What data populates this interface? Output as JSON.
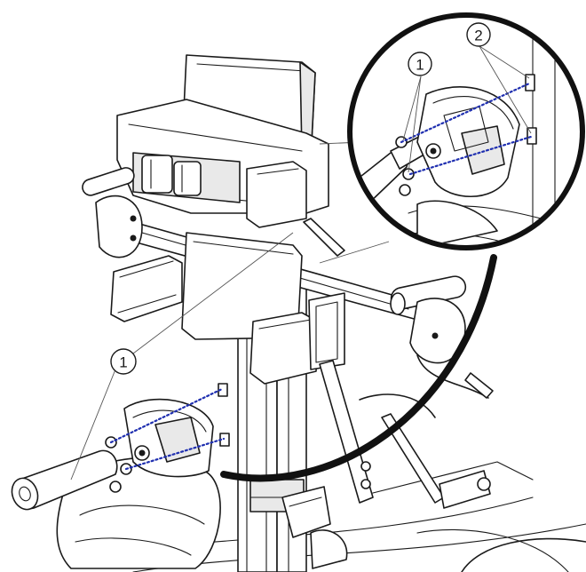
{
  "callouts": {
    "main_label": "1",
    "inset_label_a": "1",
    "inset_label_b": "2"
  },
  "colors": {
    "line": "#1a1a1a",
    "dotted_axis": "#1f2fb0",
    "background": "#ffffff"
  }
}
